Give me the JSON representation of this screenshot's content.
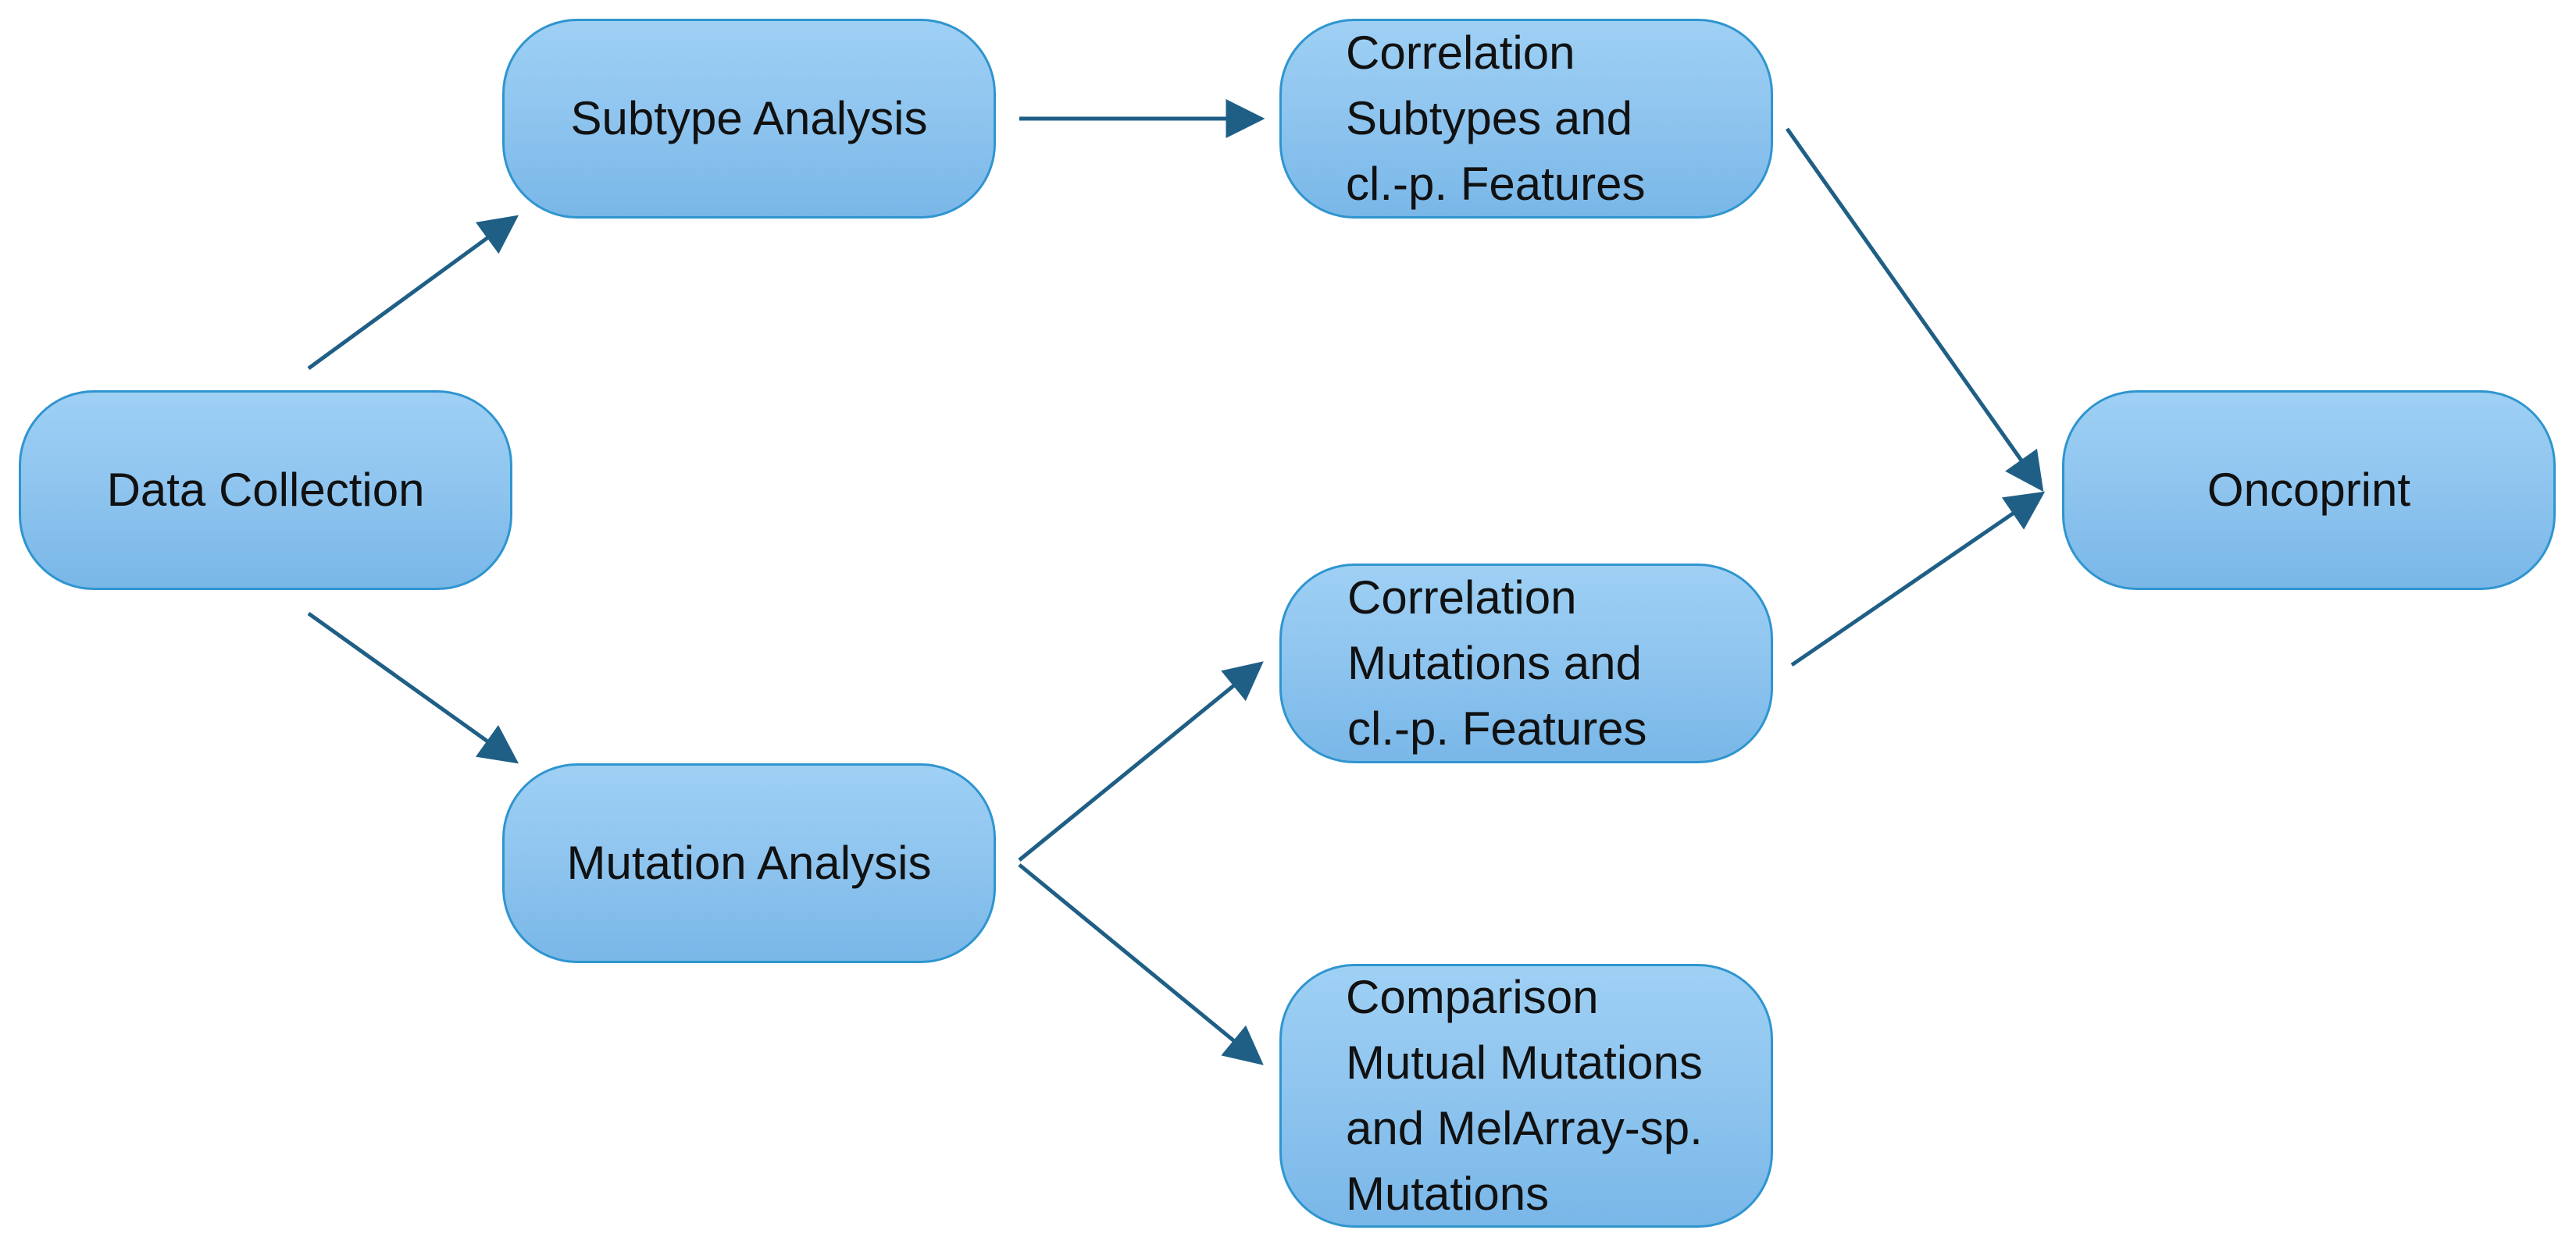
{
  "diagram": {
    "nodes": [
      {
        "id": "data_collection",
        "lines": [
          "Data Collection"
        ]
      },
      {
        "id": "subtype_analysis",
        "lines": [
          "Subtype Analysis"
        ]
      },
      {
        "id": "mutation_analysis",
        "lines": [
          "Mutation Analysis"
        ]
      },
      {
        "id": "corr_subtypes",
        "lines": [
          "Correlation",
          "Subtypes and",
          "cl.-p. Features"
        ]
      },
      {
        "id": "corr_mutations",
        "lines": [
          "Correlation",
          "Mutations and",
          "cl.-p. Features"
        ]
      },
      {
        "id": "comparison",
        "lines": [
          "Comparison",
          "Mutual Mutations",
          "and MelArray-sp.",
          "Mutations"
        ]
      },
      {
        "id": "oncoprint",
        "lines": [
          "Oncoprint"
        ]
      }
    ],
    "edges": [
      {
        "from": "data_collection",
        "to": "subtype_analysis"
      },
      {
        "from": "data_collection",
        "to": "mutation_analysis"
      },
      {
        "from": "subtype_analysis",
        "to": "corr_subtypes"
      },
      {
        "from": "mutation_analysis",
        "to": "corr_mutations"
      },
      {
        "from": "mutation_analysis",
        "to": "comparison"
      },
      {
        "from": "corr_subtypes",
        "to": "oncoprint"
      },
      {
        "from": "corr_mutations",
        "to": "oncoprint"
      }
    ],
    "colors": {
      "node_fill_top": "#9fd0f4",
      "node_fill_bottom": "#79b7e8",
      "node_border": "#2f95cf",
      "arrow": "#1f5f86",
      "text": "#111111"
    }
  }
}
